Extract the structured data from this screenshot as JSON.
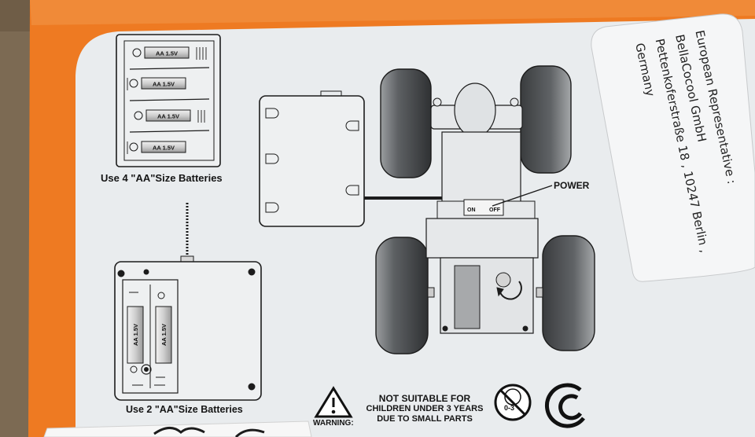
{
  "batteries_4": {
    "cell_label": "AA 1.5V",
    "caption": "Use 4 \"AA\"Size Batteries"
  },
  "batteries_2": {
    "cell_label": "AA 1.5V",
    "caption": "Use 2 \"AA\"Size Batteries"
  },
  "car": {
    "power_label": "POWER",
    "switch_on": "ON",
    "switch_off": "OFF"
  },
  "representative": {
    "line1": "European Representative :",
    "line2": "BellaCocool GmbH",
    "line3": "Pettenkoferstraße 18 , 10247 Berlin ,",
    "line4": "Germany"
  },
  "warning": {
    "label": "WARNING:",
    "line1": "NOT SUITABLE FOR",
    "line2": "CHILDREN UNDER 3 YEARS",
    "line3": "DUE TO SMALL PARTS",
    "age_mark": "0-3"
  },
  "colors": {
    "box_orange": "#ee7a22",
    "panel_white": "#e9ecee",
    "line_dark": "#1c1c1c",
    "tire_gray": "#606366"
  }
}
